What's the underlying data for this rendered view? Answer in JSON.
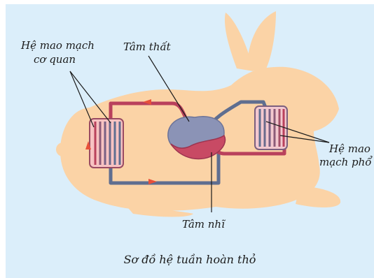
{
  "diagram": {
    "labels": {
      "organ_capillaries_line1": "Hệ mao mạch",
      "organ_capillaries_line2": "cơ quan",
      "ventricle": "Tâm thất",
      "lung_capillaries_line1": "Hệ mao",
      "lung_capillaries_line2": "mạch phổ",
      "atrium": "Tâm nhĩ"
    },
    "caption": "Sơ đồ hệ tuần hoàn thỏ",
    "colors": {
      "background": "#dbeefa",
      "rabbit_body": "#fbd3a6",
      "oxygenated": "#b9415c",
      "deoxygenated": "#5f6e90",
      "ventricle": "#8b93b6",
      "atrium": "#c84a64",
      "arrow": "#e8503a"
    }
  }
}
